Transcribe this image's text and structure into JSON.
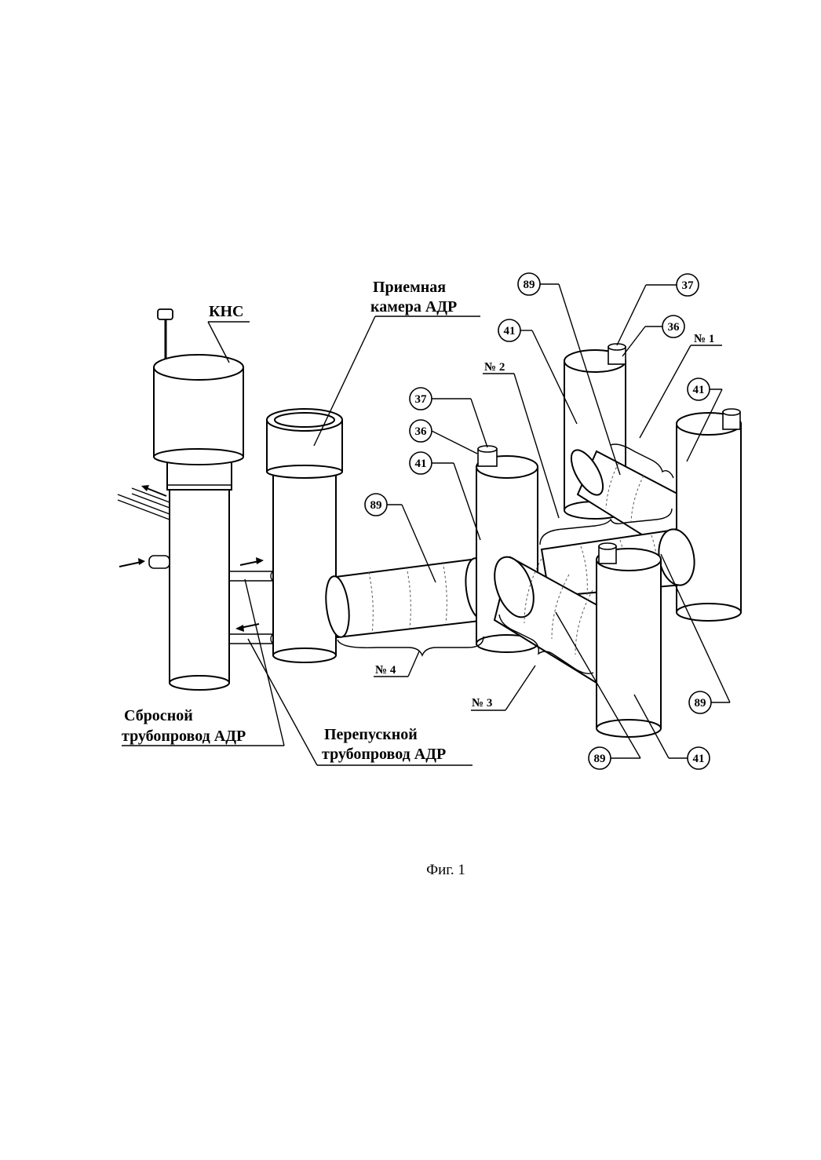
{
  "labels": {
    "kns": "КНС",
    "receiving_chamber_1": "Приемная",
    "receiving_chamber_2": "камера АДР",
    "discharge_pipe_1": "Сбросной",
    "discharge_pipe_2": "трубопровод АДР",
    "bypass_pipe_1": "Перепускной",
    "bypass_pipe_2": "трубопровод АДР",
    "section_1": "№ 1",
    "section_2": "№ 2",
    "section_3": "№ 3",
    "section_4": "№ 4"
  },
  "callouts": {
    "c37_a": "37",
    "c36_a": "36",
    "c41_a": "41",
    "c89_a": "89",
    "c89_top": "89",
    "c37_top": "37",
    "c41_top": "41",
    "c36_top": "36",
    "c41_right": "41",
    "c89_right": "89",
    "c89_bottom": "89",
    "c41_bottom": "41"
  },
  "caption": "Фиг. 1"
}
